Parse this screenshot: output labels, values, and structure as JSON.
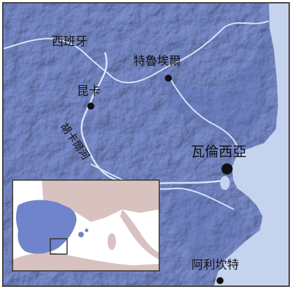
{
  "labels": {
    "spain": "西班牙",
    "teruel": "特魯埃爾",
    "cuenca": "昆卡",
    "valencia": "瓦倫西亞",
    "alicante": "阿利坎特",
    "river": "胡卡爾河"
  },
  "colors": {
    "land": "#7f92d4",
    "land_dark": "#5c6fb3",
    "sea": "#c6d3ee",
    "border_line": "#d9e4f6",
    "inset_frame": "#333333",
    "inset_spain": "#6f84cb",
    "inset_other_land": "#d8c2c0",
    "inset_sea": "#ffffff",
    "city_dot": "#111111"
  }
}
